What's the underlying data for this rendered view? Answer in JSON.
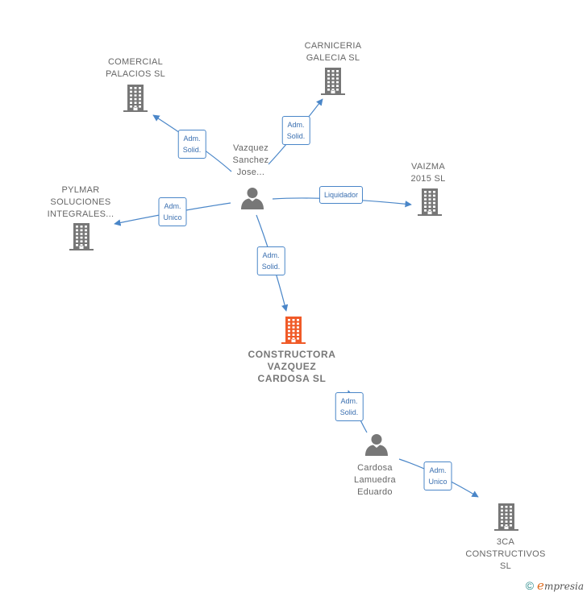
{
  "colors": {
    "node": "#777777",
    "highlight": "#f05a28",
    "edge": "#4a86c8"
  },
  "nodes": [
    {
      "id": "comercial",
      "kind": "company",
      "label": [
        "COMERCIAL",
        "PALACIOS SL"
      ]
    },
    {
      "id": "carniceria",
      "kind": "company",
      "label": [
        "CARNICERIA",
        "GALECIA  SL"
      ]
    },
    {
      "id": "vazquez",
      "kind": "person",
      "label": [
        "Vazquez",
        "Sanchez",
        "Jose..."
      ]
    },
    {
      "id": "vaizma",
      "kind": "company",
      "label": [
        "VAIZMA",
        "2015 SL"
      ]
    },
    {
      "id": "pylmar",
      "kind": "company",
      "label": [
        "PYLMAR",
        "SOLUCIONES",
        "INTEGRALES..."
      ]
    },
    {
      "id": "constructora",
      "kind": "company-main",
      "label": [
        "CONSTRUCTORA",
        "VAZQUEZ",
        "CARDOSA  SL"
      ]
    },
    {
      "id": "cardosa",
      "kind": "person",
      "label": [
        "Cardosa",
        "Lamuedra",
        "Eduardo"
      ]
    },
    {
      "id": "tresca",
      "kind": "company",
      "label": [
        "3CA",
        "CONSTRUCTIVOS",
        "SL"
      ]
    }
  ],
  "edges": [
    {
      "id": "e1",
      "from": "vazquez",
      "to": "comercial",
      "label": [
        "Adm.",
        "Solid."
      ]
    },
    {
      "id": "e2",
      "from": "vazquez",
      "to": "carniceria",
      "label": [
        "Adm.",
        "Solid."
      ]
    },
    {
      "id": "e3",
      "from": "vazquez",
      "to": "vaizma",
      "label": [
        "Liquidador"
      ]
    },
    {
      "id": "e4",
      "from": "vazquez",
      "to": "pylmar",
      "label": [
        "Adm.",
        "Unico"
      ]
    },
    {
      "id": "e5",
      "from": "vazquez",
      "to": "constructora",
      "label": [
        "Adm.",
        "Solid."
      ]
    },
    {
      "id": "e6",
      "from": "cardosa",
      "to": "constructora",
      "label": [
        "Adm.",
        "Solid."
      ]
    },
    {
      "id": "e7",
      "from": "cardosa",
      "to": "tresca",
      "label": [
        "Adm.",
        "Unico"
      ]
    }
  ],
  "footer": {
    "copyright_symbol": "©",
    "brand_initial": "e",
    "brand_rest": "mpresia"
  }
}
